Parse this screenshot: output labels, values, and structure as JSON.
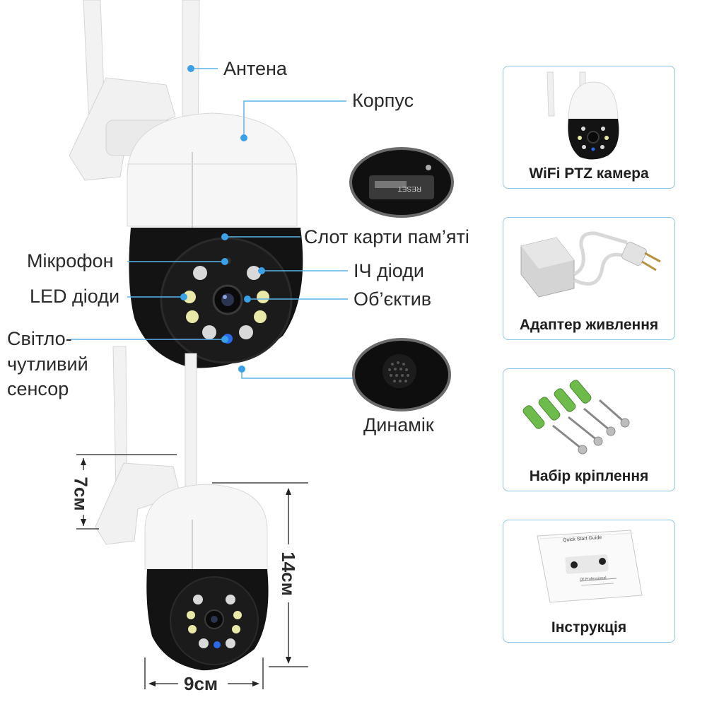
{
  "callouts": {
    "antenna": "Антена",
    "housing": "Корпус",
    "memory_slot": "Слот карти пам’яті",
    "microphone": "Мікрофон",
    "ir_diodes": "ІЧ діоди",
    "led_diodes": "LED діоди",
    "lens": "Об’єктив",
    "light_sensor": "Світло-\nчутливий\nсенсор",
    "speaker": "Динамік",
    "reset_text": "RESET"
  },
  "dimensions": {
    "width": "9см",
    "height": "14см",
    "depth": "7см"
  },
  "package": [
    {
      "label": "WiFi PTZ камера"
    },
    {
      "label": "Адаптер живлення"
    },
    {
      "label": "Набір кріплення"
    },
    {
      "label": "Інструкція"
    }
  ],
  "manual_cover": {
    "title": "Quick Start Guide",
    "subtitle": "Of Professional"
  },
  "colors": {
    "callout_dot": "#3aa0e8",
    "card_border": "#8cc6e8",
    "camera_body": "#111111",
    "camera_shell": "#f4f4f4"
  }
}
